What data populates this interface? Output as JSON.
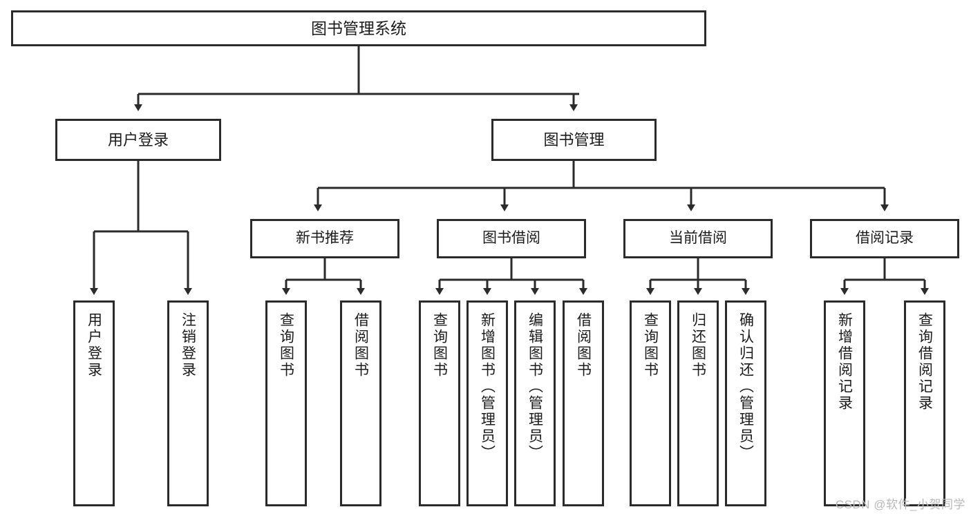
{
  "diagram": {
    "type": "tree",
    "title": "图书管理系统",
    "root": {
      "label": "图书管理系统"
    },
    "tier2": [
      {
        "label": "用户登录"
      },
      {
        "label": "图书管理"
      }
    ],
    "tier3": [
      {
        "label": "新书推荐"
      },
      {
        "label": "图书借阅"
      },
      {
        "label": "当前借阅"
      },
      {
        "label": "借阅记录"
      }
    ],
    "leaves": {
      "user_login": [
        {
          "label": "用户登录"
        },
        {
          "label": "注销登录"
        }
      ],
      "new_book_recommend": [
        {
          "label": "查询图书"
        },
        {
          "label": "借阅图书"
        }
      ],
      "book_borrow": [
        {
          "label": "查询图书"
        },
        {
          "label": "新增图书（管理员）"
        },
        {
          "label": "编辑图书（管理员）"
        },
        {
          "label": "借阅图书"
        }
      ],
      "current_borrow": [
        {
          "label": "查询图书"
        },
        {
          "label": "归还图书"
        },
        {
          "label": "确认归还（管理员）"
        }
      ],
      "borrow_record": [
        {
          "label": "新增借阅记录"
        },
        {
          "label": "查询借阅记录"
        }
      ]
    }
  },
  "colors": {
    "stroke": "#2b2b2b",
    "fill": "#ffffff",
    "text": "#1b1b1b",
    "watermark": "#b9b9b9"
  },
  "watermark": {
    "text": "CSDN @软件_小贺同学"
  }
}
